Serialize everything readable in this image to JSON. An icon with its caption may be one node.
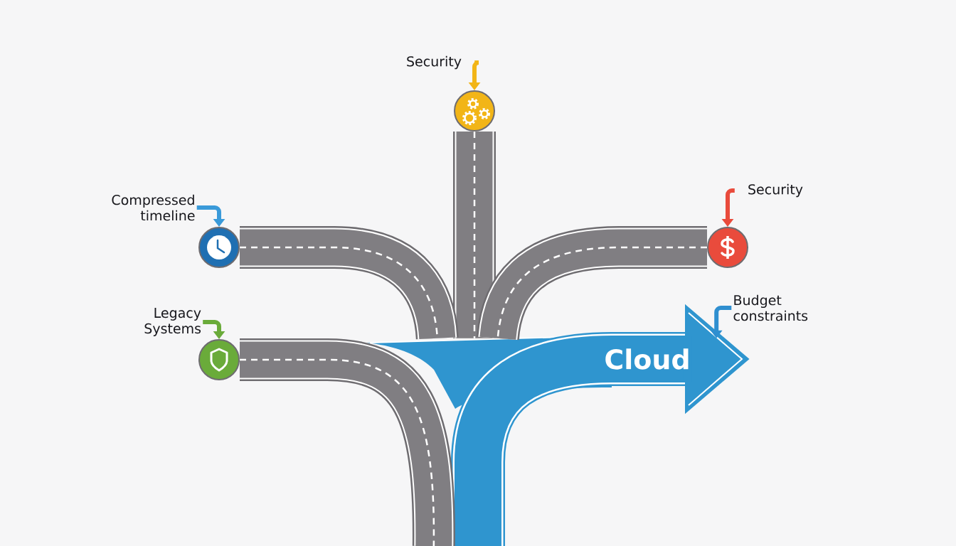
{
  "diagram": {
    "nodes": [
      {
        "text": [
          "Security"
        ]
      },
      {
        "text": [],
        "shape": "circle"
      },
      {
        "text": [
          "Compressed timeline"
        ]
      },
      {
        "text": [],
        "shape": "circle"
      },
      {
        "text": [
          "Security"
        ]
      },
      {
        "text": [],
        "shape": "circle"
      },
      {
        "text": [
          "Legacy Systems"
        ]
      },
      {
        "text": [],
        "shape": "circle"
      },
      {
        "text": [
          "Budget constraints"
        ]
      },
      {
        "text": [
          "Cloud"
        ]
      }
    ],
    "edges": [
      {
        "from": 0,
        "to": 1,
        "arrow": "to",
        "color": "#f2b517"
      },
      {
        "from": 2,
        "to": 3,
        "arrow": "to",
        "color": "#3a9ad9"
      },
      {
        "from": 4,
        "to": 5,
        "arrow": "to",
        "color": "#e94b3c"
      },
      {
        "from": 6,
        "to": 7,
        "arrow": "to",
        "color": "#6aab3a"
      },
      {
        "from": 8,
        "to": 9,
        "arrow": "to",
        "color": "#2f8fd0"
      },
      {
        "from": 1,
        "to": 9,
        "arrow": "none",
        "style": "thick",
        "color": "#807e82"
      },
      {
        "from": 3,
        "to": 9,
        "arrow": "none",
        "style": "thick",
        "color": "#807e82"
      },
      {
        "from": 5,
        "to": 9,
        "arrow": "none",
        "style": "thick",
        "color": "#807e82"
      },
      {
        "from": 7,
        "to": 9,
        "arrow": "none",
        "style": "thick",
        "color": "#807e82"
      }
    ]
  }
}
